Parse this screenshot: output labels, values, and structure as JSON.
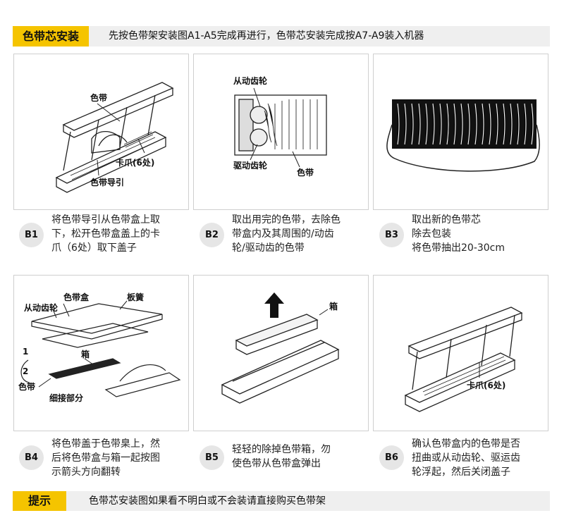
{
  "header": {
    "tag": "色带芯安装",
    "text": "先按色带架安装图A1-A5完成再进行，色带芯安装完成按A7-A9装入机器"
  },
  "panels": [
    {
      "labels": [
        "色带",
        "卡爪(6处)",
        "色带导引"
      ]
    },
    {
      "labels": [
        "从动齿轮",
        "驱动齿轮",
        "色带"
      ]
    },
    {
      "labels": []
    },
    {
      "labels": [
        "色带盒",
        "板簧",
        "从动齿轮",
        "箱",
        "色带",
        "细接部分"
      ],
      "arrow_numbers": [
        "1",
        "2"
      ]
    },
    {
      "labels": [
        "箱"
      ]
    },
    {
      "labels": [
        "卡爪(6处)"
      ]
    }
  ],
  "steps": [
    {
      "badge": "B1",
      "lines": [
        "将色带导引从色带盒上取",
        "下，松开色带盒盖上的卡",
        "爪（6处）取下盖子"
      ]
    },
    {
      "badge": "B2",
      "lines": [
        "取出用完的色带，去除色",
        "带盒内及其周围的/动齿",
        "轮/驱动齿的色带"
      ]
    },
    {
      "badge": "B3",
      "lines": [
        "取出新的色带芯",
        "除去包装",
        "将色带抽出20-30cm"
      ]
    },
    {
      "badge": "B4",
      "lines": [
        "将色带盖于色带臬上，然",
        "后将色带盒与箱一起按图",
        "示箭头方向翻转"
      ]
    },
    {
      "badge": "B5",
      "lines": [
        "轻轻的除掉色带箱，勿",
        "使色带从色带盒弹出"
      ]
    },
    {
      "badge": "B6",
      "lines": [
        "确认色带盒内的色带是否",
        "扭曲或从动齿轮、驱运齿",
        "轮浮起，然后关闭盖子"
      ]
    }
  ],
  "footer": {
    "tag": "提示",
    "text": "色带芯安装图如果看不明白或不会装请直接购买色带架"
  }
}
